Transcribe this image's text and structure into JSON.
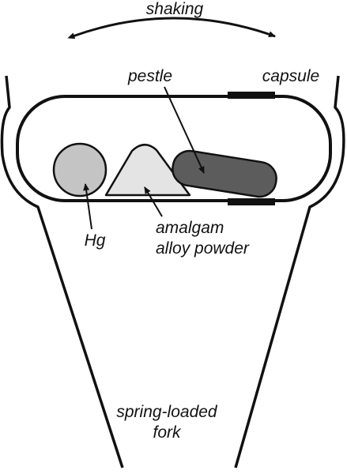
{
  "labels": {
    "shaking": "shaking",
    "pestle": "pestle",
    "capsule": "capsule",
    "hg": "Hg",
    "amalgam_line1": "amalgam",
    "amalgam_line2": "alloy powder",
    "fork_line1": "spring-loaded",
    "fork_line2": "fork"
  },
  "colors": {
    "outline": "#111111",
    "mercury_fill": "#c4c4c4",
    "powder_fill": "#e4e4e4",
    "pestle_fill": "#5c5c5c",
    "background": "#ffffff"
  }
}
